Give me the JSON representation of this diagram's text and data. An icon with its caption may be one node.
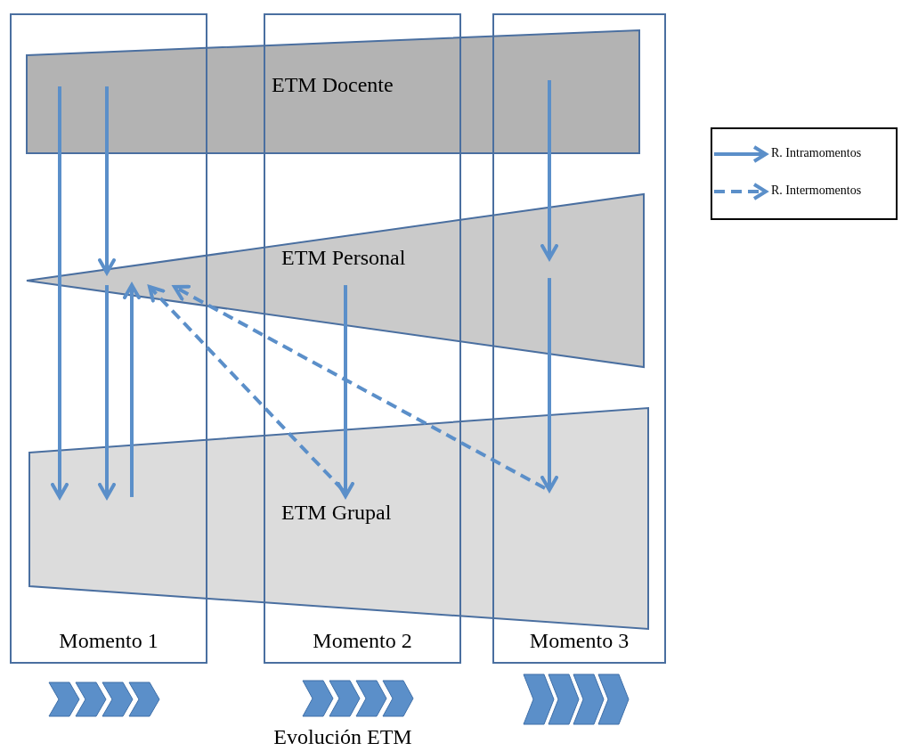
{
  "diagram": {
    "nodes": [
      {
        "text": [
          "ETM Docente"
        ]
      },
      {
        "text": [
          "ETM Personal"
        ]
      },
      {
        "text": [
          "ETM Grupal"
        ]
      },
      {
        "text": [
          "Momento 1"
        ]
      },
      {
        "text": [
          "Momento 2"
        ]
      },
      {
        "text": [
          "Momento 3"
        ]
      }
    ],
    "edges": [
      {
        "from": 0,
        "to": 2,
        "arrow": "to"
      },
      {
        "from": 0,
        "to": 1,
        "arrow": "to"
      },
      {
        "from": 1,
        "to": 2,
        "arrow": "to"
      },
      {
        "from": 2,
        "to": 1,
        "arrow": "to"
      },
      {
        "from": 1,
        "to": 2,
        "arrow": "to"
      },
      {
        "from": 0,
        "to": 1,
        "arrow": "to"
      },
      {
        "from": 1,
        "to": 2,
        "arrow": "to"
      },
      {
        "from": 2,
        "to": 1,
        "arrow": "to",
        "style": "dashed"
      },
      {
        "from": 2,
        "to": 1,
        "arrow": "to",
        "style": "dashed"
      }
    ],
    "labels": [
      "Evolución ETM"
    ],
    "legend": [
      {
        "text": "R. Intramomentos"
      },
      {
        "text": "R. Intermomentos"
      }
    ]
  }
}
